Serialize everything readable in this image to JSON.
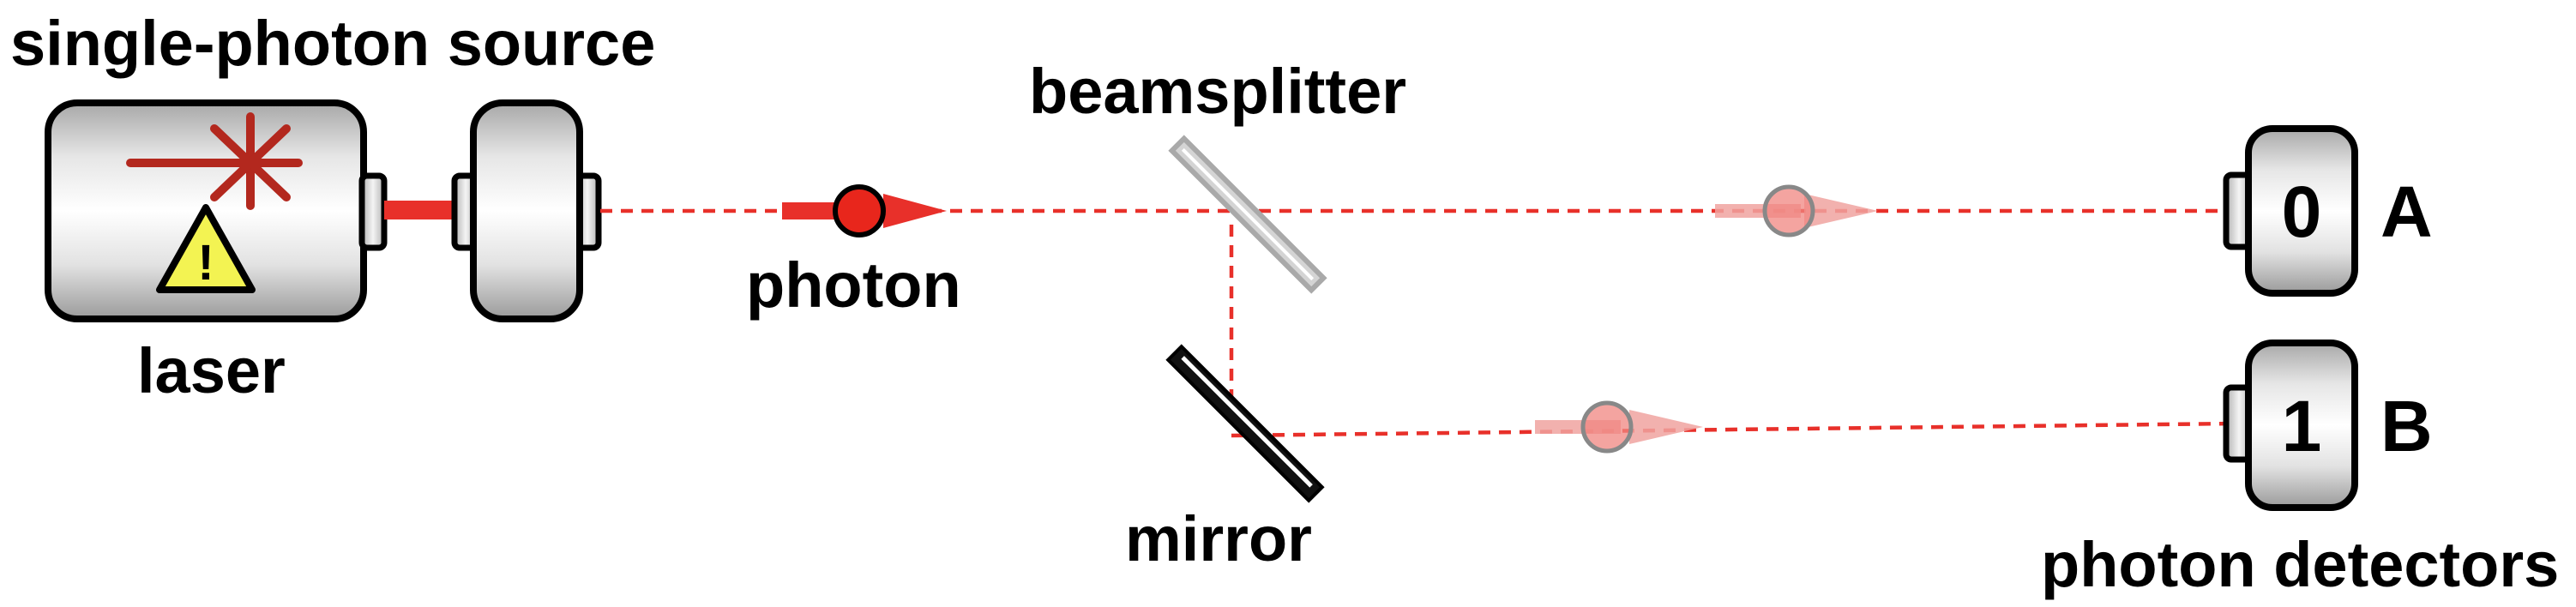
{
  "labels": {
    "source": "single-photon source",
    "laser": "laser",
    "photon": "photon",
    "beamsplitter": "beamsplitter",
    "mirror": "mirror",
    "detectors": "photon detectors",
    "detector_a_digit": "0",
    "detector_a_letter": "A",
    "detector_b_digit": "1",
    "detector_b_letter": "B",
    "warning_symbol": "!"
  },
  "colors": {
    "beam": "#e8302a",
    "photon": "#e8261c",
    "laser_star": "#b3281e",
    "warning_fill": "#f3f352",
    "ghost_photon": "#f0a3a0"
  },
  "icons": {
    "laser": "laser-device-icon",
    "warning": "warning-triangle-icon",
    "star": "laser-star-icon"
  }
}
